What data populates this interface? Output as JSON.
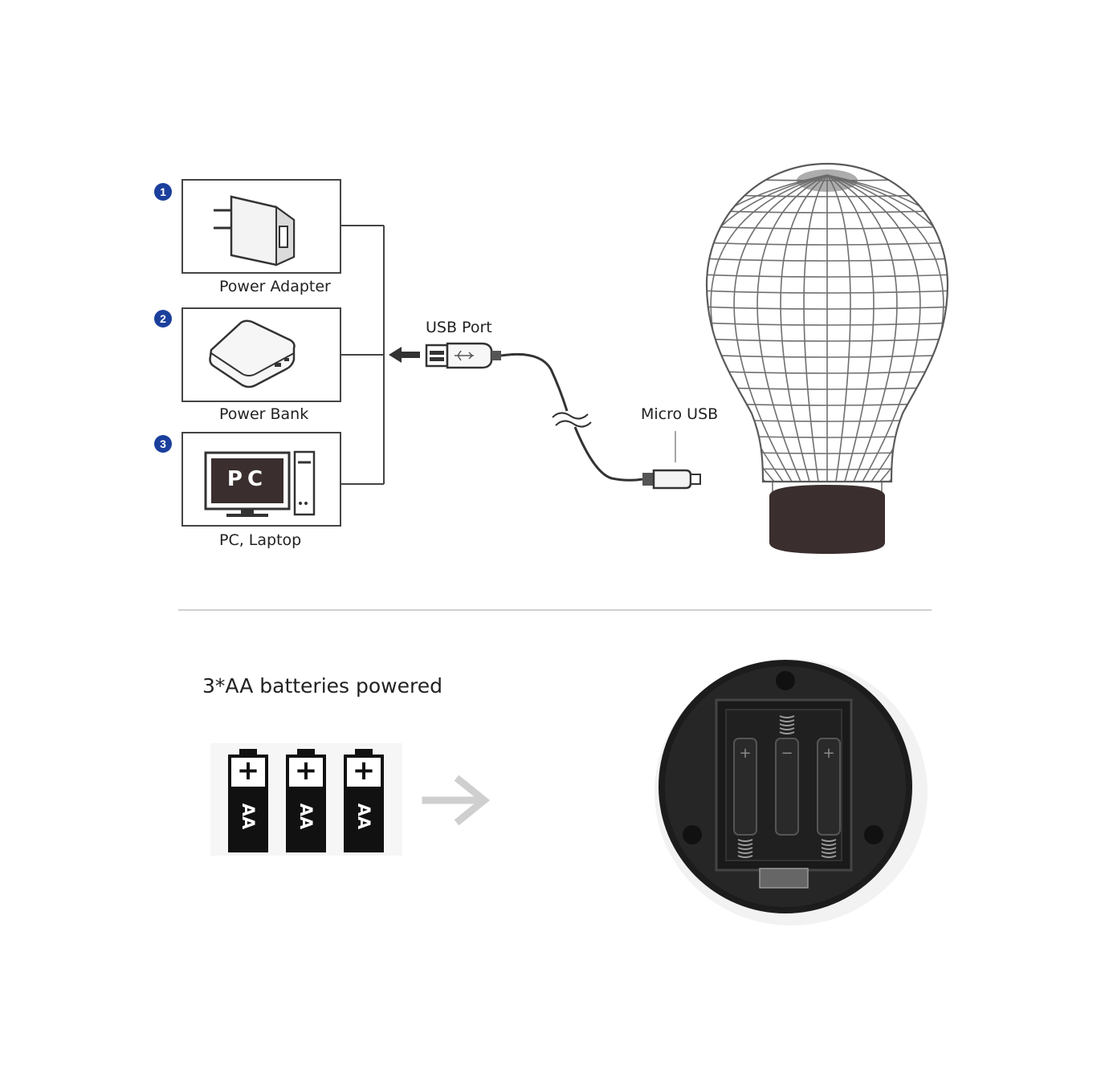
{
  "usb_section": {
    "sources": [
      {
        "number": "1",
        "label": "Power Adapter",
        "icon": "power-adapter-icon"
      },
      {
        "number": "2",
        "label": "Power Bank",
        "icon": "power-bank-icon"
      },
      {
        "number": "3",
        "label": "PC, Laptop",
        "icon": "pc-icon",
        "screen_text": "PC"
      }
    ],
    "usb_port_label": "USB Port",
    "micro_usb_label": "Micro USB"
  },
  "battery_section": {
    "title": "3*AA batteries powered",
    "batteries": [
      {
        "plus": "+",
        "label": "AA"
      },
      {
        "plus": "+",
        "label": "AA"
      },
      {
        "plus": "+",
        "label": "AA"
      }
    ],
    "holder_marks": [
      "+",
      "−",
      "+"
    ]
  },
  "colors": {
    "badge": "#1b3f9c",
    "lamp_base": "#3a2e2e",
    "battery_holder": "#1c1c1c",
    "arrow": "#cfcfcf"
  }
}
